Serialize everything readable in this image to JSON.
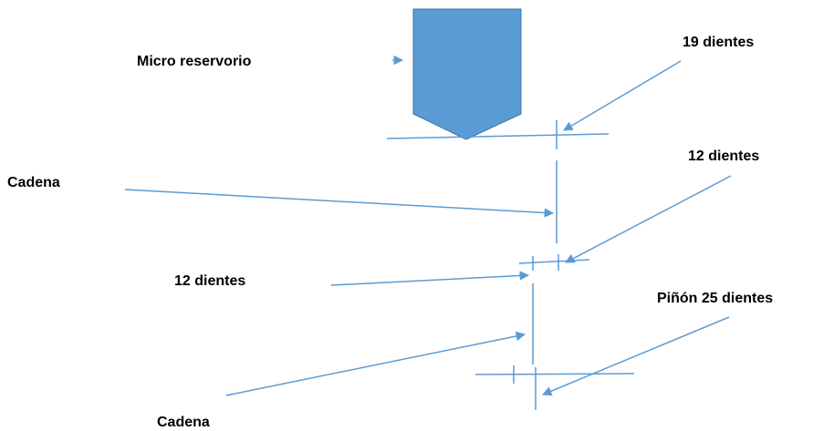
{
  "labels": {
    "micro_reservorio": "Micro reservorio",
    "top_19_dientes": "19 dientes",
    "cadena_upper": "Cadena",
    "right_12_dientes": "12 dientes",
    "left_12_dientes": "12 dientes",
    "pinon_25_dientes": "Piñón 25 dientes",
    "cadena_lower": "Cadena"
  },
  "colors": {
    "shape_fill": "#5b9bd5",
    "shape_stroke": "#41719c",
    "line": "#5b9bd5",
    "text": "#000000"
  }
}
